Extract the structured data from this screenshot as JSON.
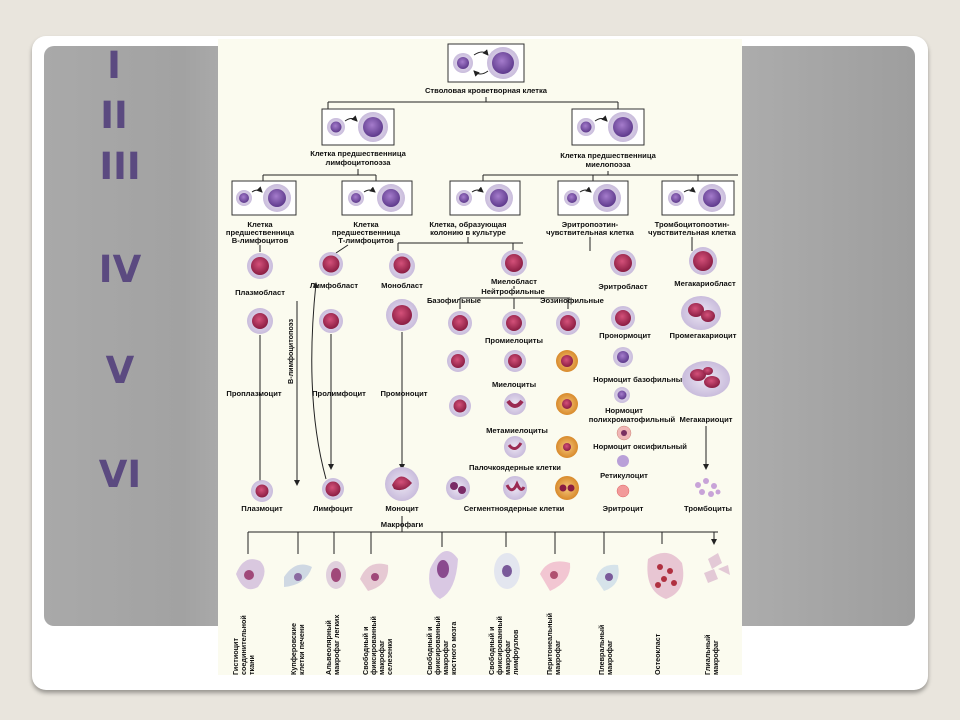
{
  "levels": [
    "I",
    "II",
    "III",
    "IV",
    "V",
    "VI"
  ],
  "poster": {
    "stem": "Стволовая кроветворная клетка",
    "lymph_precursor": [
      "Клетка предшественница",
      "лимфоцитопоэза"
    ],
    "myelo_precursor": [
      "Клетка предшественница",
      "миелопоэза"
    ],
    "b_precursor": [
      "Клетка",
      "предшественница",
      "В-лимфоцитов"
    ],
    "t_precursor": [
      "Клетка",
      "предшественница",
      "Т-лимфоцитов"
    ],
    "cfu": [
      "Клетка, образующая",
      "колонию в культуре"
    ],
    "erythro_sensitive": [
      "Эритропоэтин-",
      "чувствительная клетка"
    ],
    "thrombo_sensitive": [
      "Тромбоцитопоэтин-",
      "чувствительная клетка"
    ],
    "plasmablast": "Плазмобласт",
    "lymphoblast": "Лимфобласт",
    "monoblast": "Монобласт",
    "myeloblast": "Миелобласт",
    "neutrophilic": "Нейтрофильные",
    "basophilic": "Базофильные",
    "eosinophilic": "Эозинофильные",
    "erythroblast": "Эритробласт",
    "megakaryoblast": "Мегакариобласт",
    "b_lymphopoiesis": "В-лимфоцитопоэз",
    "promyelocytes": "Промиелоциты",
    "pronormocyte": "Пронормоцит",
    "promegakaryocyte": "Промегакариоцит",
    "proplasmocyte": "Проплазмоцит",
    "prolymphocyte": "Пролимфоцит",
    "promonocyte": "Промоноцит",
    "myelocytes": "Миелоциты",
    "normocyte_baso": "Нормоцит базофильный",
    "normocyte_poly": [
      "Нормоцит",
      "полихроматофильный"
    ],
    "metamyelocytes": "Метамиелоциты",
    "megakaryocyte": "Мегакариоцит",
    "normocyte_oxy": "Нормоцит оксифильный",
    "band_cells": "Палочкоядерные клетки",
    "reticulocyte": "Ретикулоцит",
    "plasmocyte": "Плазмоцит",
    "lymphocyte": "Лимфоцит",
    "monocyte": "Моноцит",
    "segmented": "Сегментноядерные клетки",
    "erythrocyte": "Эритроцит",
    "platelets": "Тромбоциты",
    "macrophages": "Макрофаги",
    "macrophage_types": [
      [
        "Гистиоцит",
        "соединительной",
        "ткани"
      ],
      [
        "Купферовские",
        "клетки печени"
      ],
      [
        "Альвеолярный",
        "макрофаг легких"
      ],
      [
        "Свободный и",
        "фиксированный",
        "макрофаг",
        "селезенки"
      ],
      [
        "Свободный и",
        "фиксированный",
        "макрофаг",
        "костного мозга"
      ],
      [
        "Свободный и",
        "фиксированный",
        "макрофаг",
        "лимфоузлов"
      ],
      [
        "Перитонеальный",
        "макрофаг"
      ],
      [
        "Плевральный",
        "макрофаг"
      ],
      [
        "Остеокласт"
      ],
      [
        "Глиальный",
        "макрофаг"
      ]
    ]
  },
  "colors": {
    "roman": "#5b4a80",
    "poster_bg": "#fbfbef",
    "nucleus": "#7b4fa8",
    "cytoplasm": "#d9cfe8",
    "red_nucleus": "#b0284f",
    "eosin_granules": "#e09a3a"
  }
}
